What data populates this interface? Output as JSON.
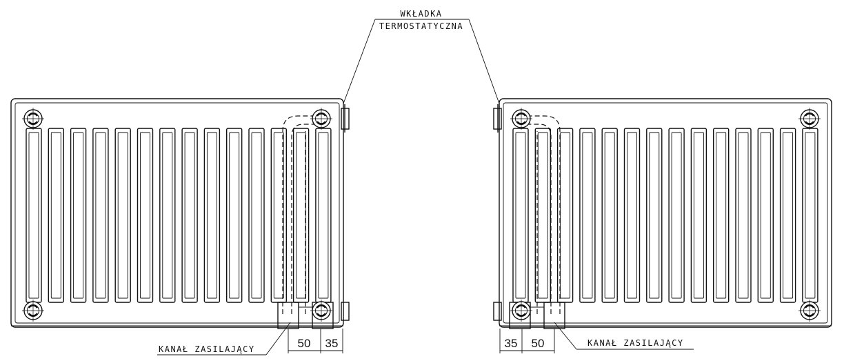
{
  "labels": {
    "insert_line1": "WKŁADKA",
    "insert_line2": "TERMOSTATYCZNA",
    "supply_left": "KANAŁ ZASILAJĄCY",
    "supply_right": "KANAŁ ZASILAJĄCY"
  },
  "dimensions": {
    "left": [
      "50",
      "35"
    ],
    "right": [
      "35",
      "50"
    ]
  },
  "radiators": {
    "fin_count": 14
  }
}
